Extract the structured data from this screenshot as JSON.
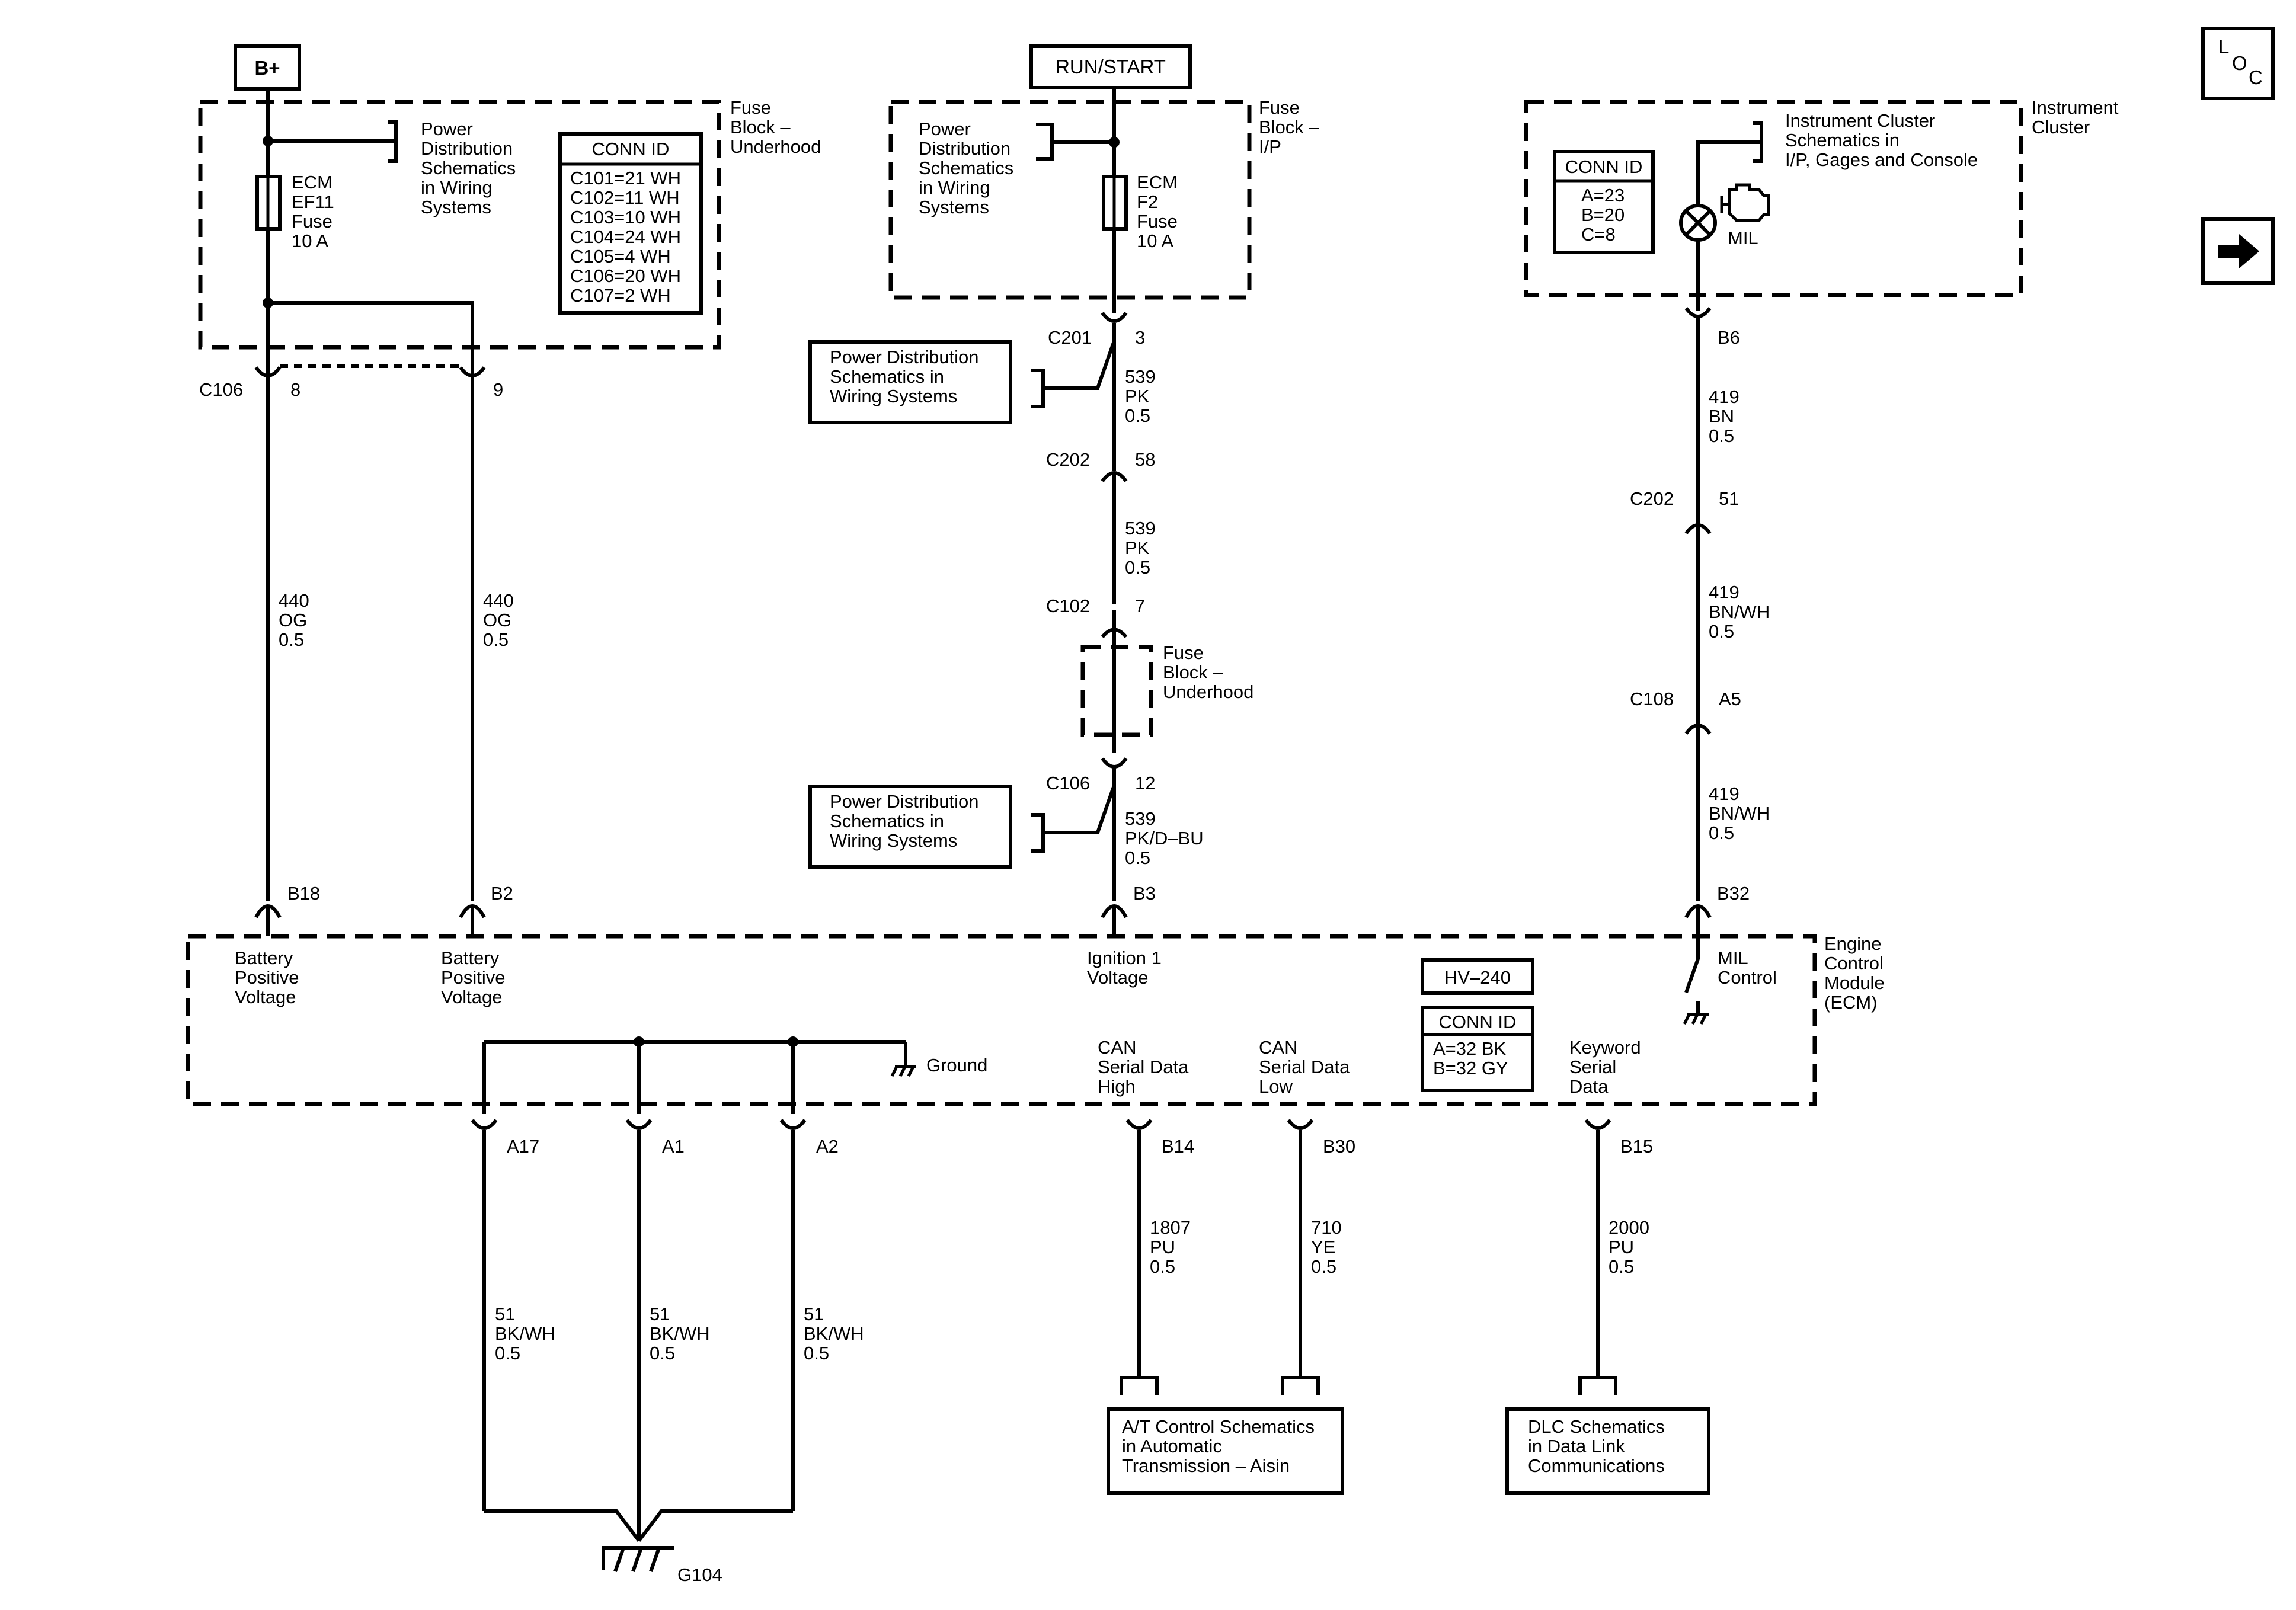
{
  "sources": {
    "bplus": "B+",
    "run_start": "RUN/START"
  },
  "nav": {
    "loc_l": "L",
    "loc_o": "O",
    "loc_c": "C",
    "arrow_icon": "right-arrow-icon"
  },
  "fuse_block_underhood": {
    "label": [
      "Fuse",
      "Block –",
      "Underhood"
    ],
    "pd_ref": [
      "Power",
      "Distribution",
      "Schematics",
      "in Wiring",
      "Systems"
    ],
    "fuse": [
      "ECM",
      "EF11",
      "Fuse",
      "10 A"
    ],
    "conn_id_title": "CONN ID",
    "conn_ids": [
      "C101=21 WH",
      "C102=11 WH",
      "C103=10 WH",
      "C104=24 WH",
      "C105=4 WH",
      "C106=20 WH",
      "C107=2 WH"
    ]
  },
  "fuse_block_ip": {
    "label": [
      "Fuse",
      "Block –",
      "I/P"
    ],
    "pd_ref": [
      "Power",
      "Distribution",
      "Schematics",
      "in Wiring",
      "Systems"
    ],
    "fuse": [
      "ECM",
      "F2",
      "Fuse",
      "10 A"
    ]
  },
  "instrument_cluster": {
    "label": [
      "Instrument",
      "Cluster"
    ],
    "ref": [
      "Instrument Cluster",
      "Schematics in",
      "I/P, Gages and Console"
    ],
    "conn_id_title": "CONN ID",
    "conn_ids": [
      "A=23",
      "B=20",
      "C=8"
    ],
    "mil": "MIL"
  },
  "left_circuits": {
    "connector": "C106",
    "pin_a": "8",
    "pin_b": "9",
    "wire_a": [
      "440",
      "OG",
      "0.5"
    ],
    "wire_b": [
      "440",
      "OG",
      "0.5"
    ],
    "ecm_pin_a": "B18",
    "ecm_pin_b": "B2"
  },
  "ignition_circuit": {
    "c201": "C201",
    "c201_pin": "3",
    "pd_ref_1": [
      "Power Distribution",
      "Schematics in",
      "Wiring Systems"
    ],
    "wire1": [
      "539",
      "PK",
      "0.5"
    ],
    "c202": "C202",
    "c202_pin": "58",
    "wire2": [
      "539",
      "PK",
      "0.5"
    ],
    "c102": "C102",
    "c102_pin": "7",
    "fuse_block": [
      "Fuse",
      "Block –",
      "Underhood"
    ],
    "c106": "C106",
    "c106_pin": "12",
    "pd_ref_2": [
      "Power Distribution",
      "Schematics in",
      "Wiring Systems"
    ],
    "wire3": [
      "539",
      "PK/D–BU",
      "0.5"
    ],
    "ecm_pin": "B3"
  },
  "mil_circuit": {
    "pin_b6": "B6",
    "wire1": [
      "419",
      "BN",
      "0.5"
    ],
    "c202": "C202",
    "c202_pin": "51",
    "wire2": [
      "419",
      "BN/WH",
      "0.5"
    ],
    "c108": "C108",
    "c108_pin": "A5",
    "wire3": [
      "419",
      "BN/WH",
      "0.5"
    ],
    "ecm_pin": "B32"
  },
  "ecm": {
    "label": [
      "Engine",
      "Control",
      "Module",
      "(ECM)"
    ],
    "batt1": [
      "Battery",
      "Positive",
      "Voltage"
    ],
    "batt2": [
      "Battery",
      "Positive",
      "Voltage"
    ],
    "ignition": [
      "Ignition 1",
      "Voltage"
    ],
    "mil_control": [
      "MIL",
      "Control"
    ],
    "ground": "Ground",
    "can_high": [
      "CAN",
      "Serial Data",
      "High"
    ],
    "can_low": [
      "CAN",
      "Serial Data",
      "Low"
    ],
    "keyword": [
      "Keyword",
      "Serial",
      "Data"
    ],
    "hv": "HV–240",
    "conn_id_title": "CONN ID",
    "conn_ids": [
      "A=32 BK",
      "B=32 GY"
    ]
  },
  "bottom": {
    "pin_a17": "A17",
    "pin_a1": "A1",
    "pin_a2": "A2",
    "gnd_wire_1": [
      "51",
      "BK/WH",
      "0.5"
    ],
    "gnd_wire_2": [
      "51",
      "BK/WH",
      "0.5"
    ],
    "gnd_wire_3": [
      "51",
      "BK/WH",
      "0.5"
    ],
    "ground_id": "G104",
    "pin_b14": "B14",
    "pin_b30": "B30",
    "pin_b15": "B15",
    "wire_b14": [
      "1807",
      "PU",
      "0.5"
    ],
    "wire_b30": [
      "710",
      "YE",
      "0.5"
    ],
    "wire_b15": [
      "2000",
      "PU",
      "0.5"
    ],
    "at_ref": [
      "A/T Control Schematics",
      "in Automatic",
      "Transmission – Aisin"
    ],
    "dlc_ref": [
      "DLC Schematics",
      "in Data Link",
      "Communications"
    ]
  }
}
